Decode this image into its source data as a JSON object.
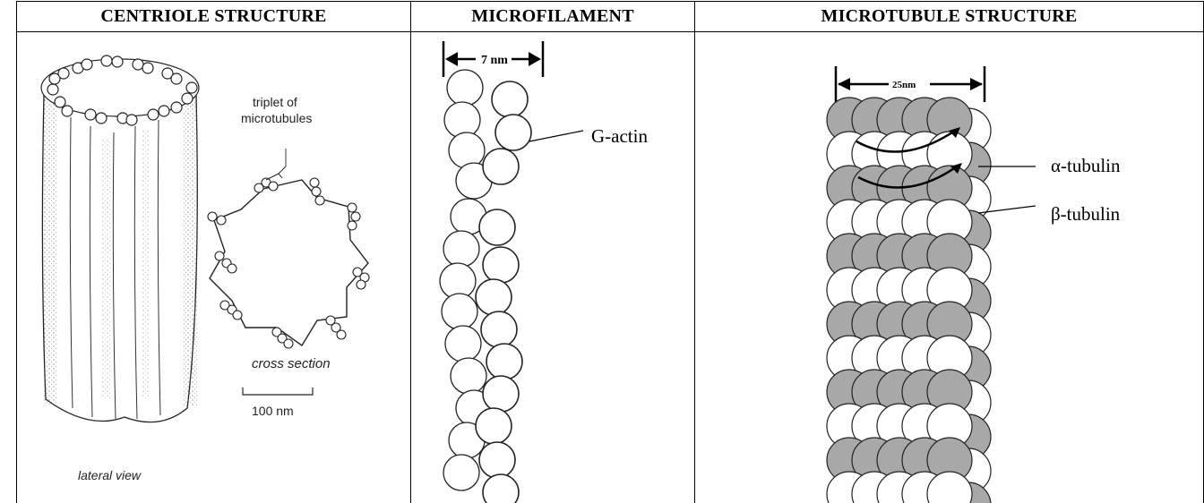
{
  "headers": {
    "centriole": "CENTRIOLE STRUCTURE",
    "microfilament": "MICROFILAMENT",
    "microtubule": "MICROTUBULE STRUCTURE"
  },
  "centriole": {
    "triplet_label_1": "triplet of",
    "triplet_label_2": "microtubules",
    "cross_section_label": "cross section",
    "scale_label": "100 nm",
    "lateral_label": "lateral view"
  },
  "microfilament": {
    "width_label": "7 nm",
    "subunit_label": "G-actin"
  },
  "microtubule": {
    "width_label": "25nm",
    "alpha_label": "α-tubulin",
    "beta_label": "β-tubulin"
  }
}
